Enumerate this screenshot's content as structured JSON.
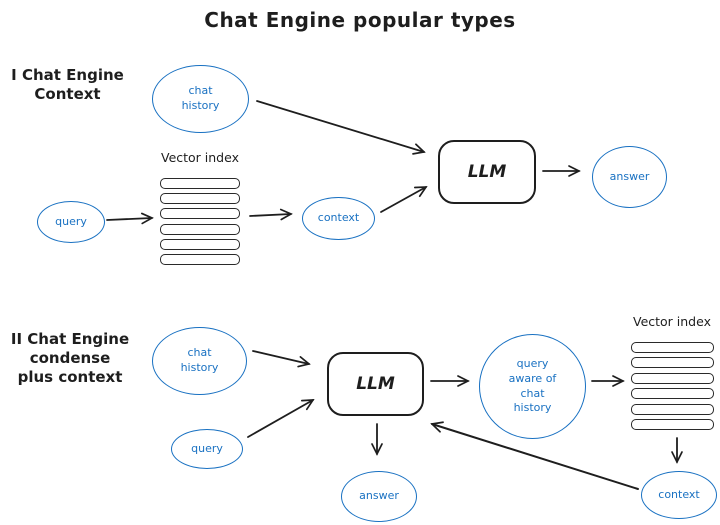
{
  "title": "Chat Engine popular types",
  "colors": {
    "ink": "#1e1e1e",
    "accent_blue": "#1971c2",
    "background": "#ffffff"
  },
  "diagram1": {
    "section_label": "I Chat Engine\nContext",
    "vector_index_label": "Vector index",
    "nodes": {
      "chat_history": "chat\nhistory",
      "query": "query",
      "context": "context",
      "llm": "LLM",
      "answer": "answer"
    }
  },
  "diagram2": {
    "section_label": "II Chat Engine\ncondense\nplus context",
    "vector_index_label": "Vector index",
    "nodes": {
      "chat_history": "chat\nhistory",
      "query": "query",
      "llm": "LLM",
      "query_aware": "query\naware of\nchat\nhistory",
      "answer": "answer",
      "context": "context"
    }
  }
}
